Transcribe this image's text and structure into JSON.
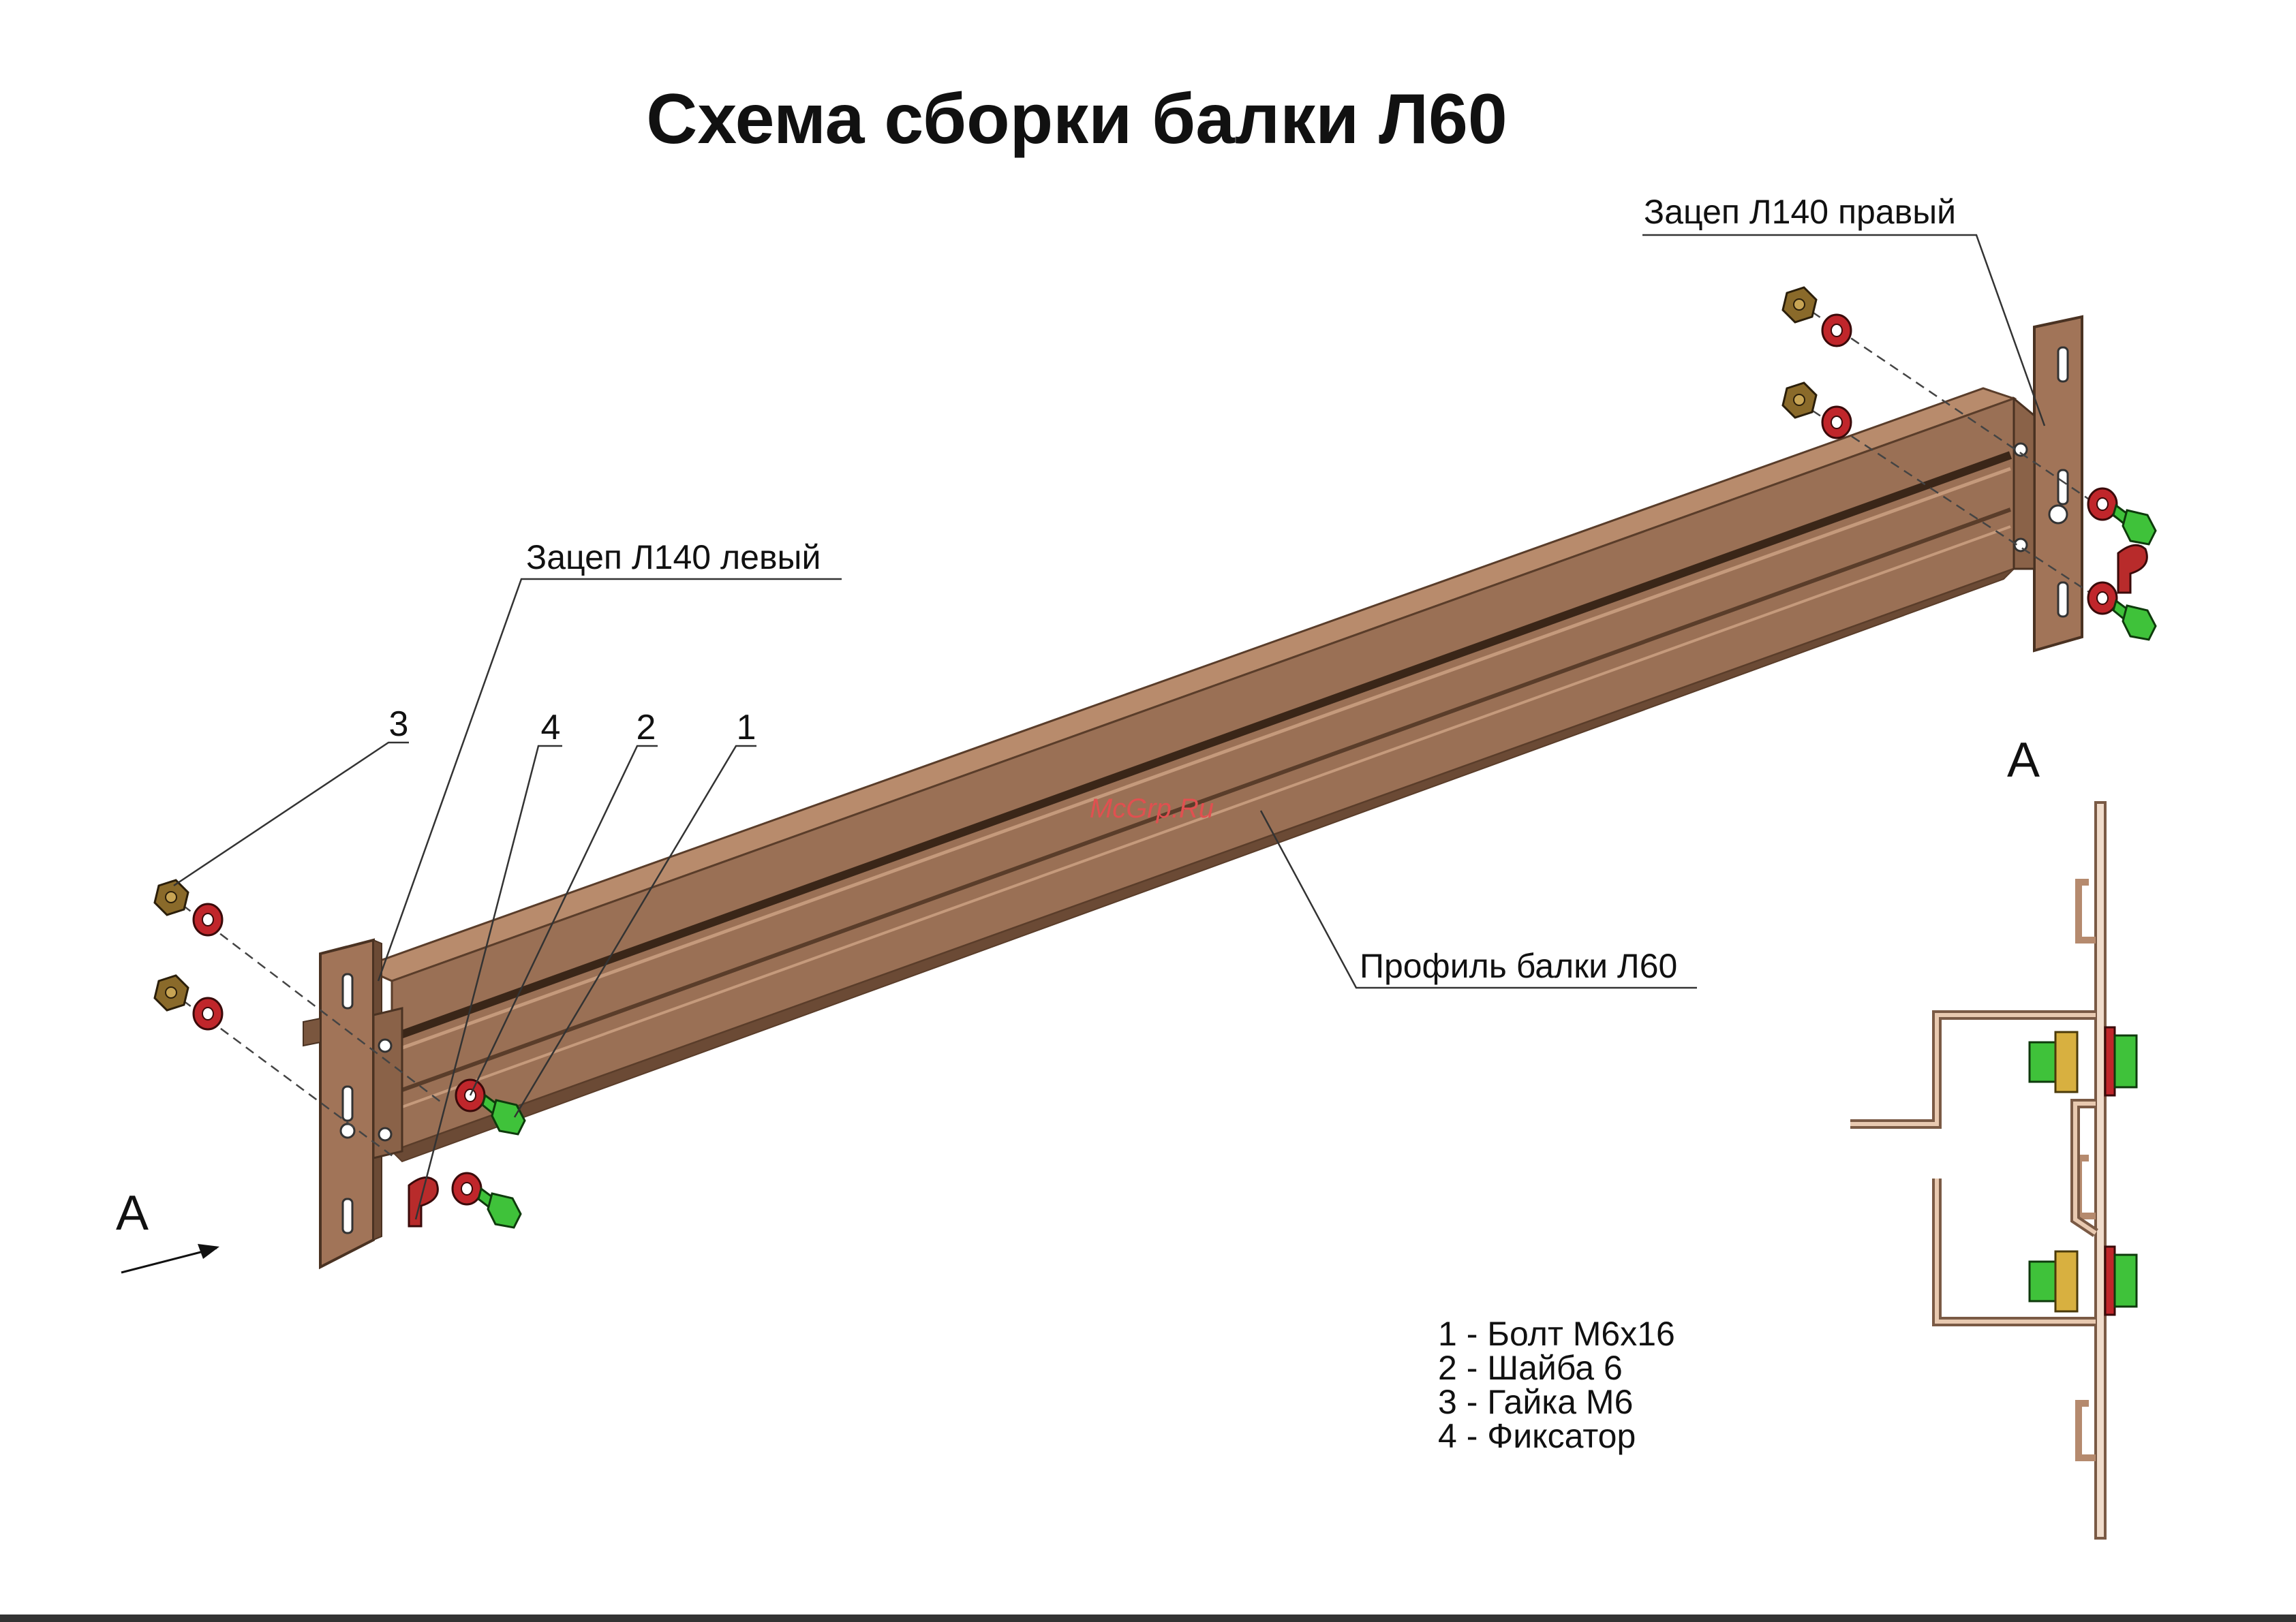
{
  "title": "Схема сборки балки Л60",
  "labels": {
    "hook_right": "Зацеп Л140 правый",
    "hook_left": "Зацеп Л140 левый",
    "profile": "Профиль балки Л60"
  },
  "callouts": [
    "1",
    "2",
    "3",
    "4"
  ],
  "view_marker": "A",
  "legend": [
    "1 - Болт М6х16",
    "2 - Шайба 6",
    "3 - Гайка М6",
    "4 - Фиксатор"
  ],
  "watermark": "McGrp.Ru",
  "colors": {
    "beam": "#9a7055",
    "beam_dark": "#6b4a35",
    "bracket": "#a17458",
    "bolt": "#3fc23a",
    "washer": "#c0262b",
    "nut": "#8a6a2a",
    "fixer": "#b82b2b",
    "section_outline": "#b58a6e"
  }
}
